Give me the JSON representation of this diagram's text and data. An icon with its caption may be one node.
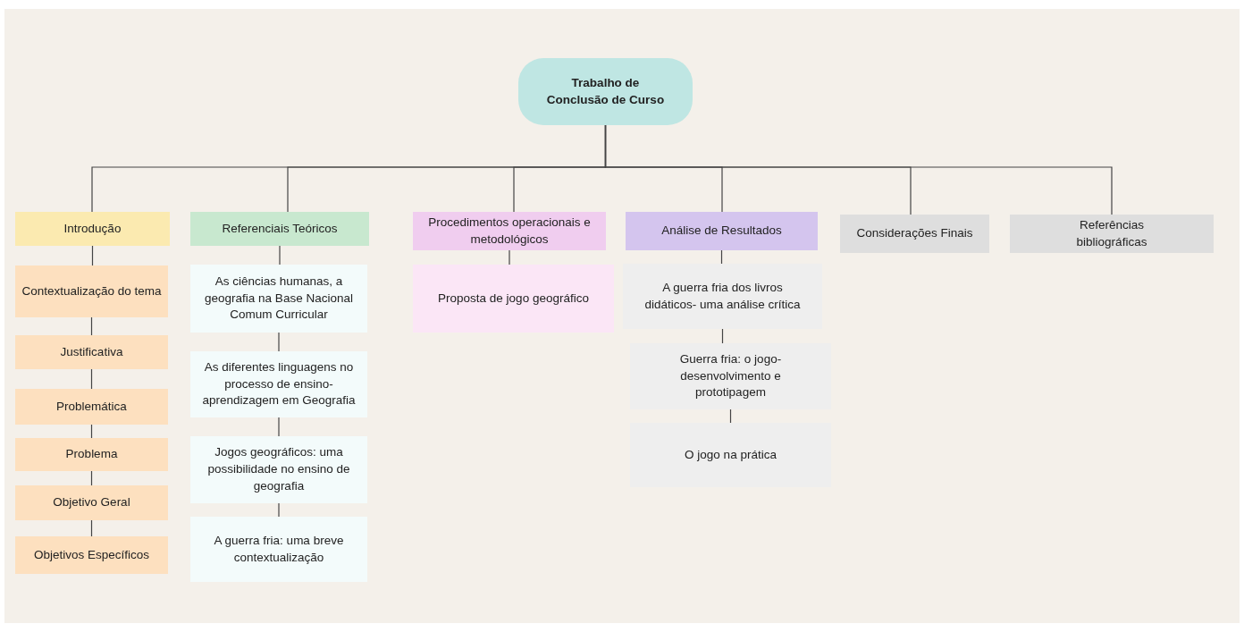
{
  "diagram": {
    "nodes": [
      {
        "text": [
          "Trabalho de Conclusão de Curso"
        ]
      },
      {
        "text": [
          "Introdução"
        ]
      },
      {
        "text": [
          "Referenciais Teóricos"
        ]
      },
      {
        "text": [
          "Procedimentos operacionais e metodológicos"
        ]
      },
      {
        "text": [
          "Análise de Resultados"
        ]
      },
      {
        "text": [
          "Considerações Finais"
        ]
      },
      {
        "text": [
          "Referências bibliográficas"
        ]
      },
      {
        "text": [
          "Contextualização do tema"
        ]
      },
      {
        "text": [
          "Justificativa"
        ]
      },
      {
        "text": [
          "Problemática"
        ]
      },
      {
        "text": [
          "Problema"
        ]
      },
      {
        "text": [
          "Objetivo Geral"
        ]
      },
      {
        "text": [
          "Objetivos Específicos"
        ]
      },
      {
        "text": [
          "As ciências humanas, a geografia na Base Nacional Comum Curricular"
        ]
      },
      {
        "text": [
          "As diferentes linguagens no processo de ensino-aprendizagem em Geografia"
        ]
      },
      {
        "text": [
          "Jogos geográficos: uma possibilidade no ensino de geografia"
        ]
      },
      {
        "text": [
          "A guerra fria: uma breve contextualização"
        ]
      },
      {
        "text": [
          "Proposta de jogo geográfico"
        ]
      },
      {
        "text": [
          "A guerra fria dos livros didáticos- uma análise crítica"
        ]
      },
      {
        "text": [
          "Guerra fria: o jogo- desenvolvimento e prototipagem"
        ]
      },
      {
        "text": [
          "O jogo na prática"
        ]
      }
    ],
    "edges": [
      {
        "from": 0,
        "to": 1,
        "arrow": "none"
      },
      {
        "from": 0,
        "to": 2,
        "arrow": "none"
      },
      {
        "from": 0,
        "to": 3,
        "arrow": "none"
      },
      {
        "from": 0,
        "to": 4,
        "arrow": "none"
      },
      {
        "from": 0,
        "to": 5,
        "arrow": "none"
      },
      {
        "from": 0,
        "to": 6,
        "arrow": "none"
      },
      {
        "from": 1,
        "to": 7,
        "arrow": "none"
      },
      {
        "from": 7,
        "to": 8,
        "arrow": "none"
      },
      {
        "from": 8,
        "to": 9,
        "arrow": "none"
      },
      {
        "from": 9,
        "to": 10,
        "arrow": "none"
      },
      {
        "from": 10,
        "to": 11,
        "arrow": "none"
      },
      {
        "from": 11,
        "to": 12,
        "arrow": "none"
      },
      {
        "from": 2,
        "to": 13,
        "arrow": "none"
      },
      {
        "from": 13,
        "to": 14,
        "arrow": "none"
      },
      {
        "from": 14,
        "to": 15,
        "arrow": "none"
      },
      {
        "from": 15,
        "to": 16,
        "arrow": "none"
      },
      {
        "from": 3,
        "to": 17,
        "arrow": "none"
      },
      {
        "from": 4,
        "to": 18,
        "arrow": "none"
      },
      {
        "from": 18,
        "to": 19,
        "arrow": "none"
      },
      {
        "from": 19,
        "to": 20,
        "arrow": "none"
      }
    ]
  }
}
